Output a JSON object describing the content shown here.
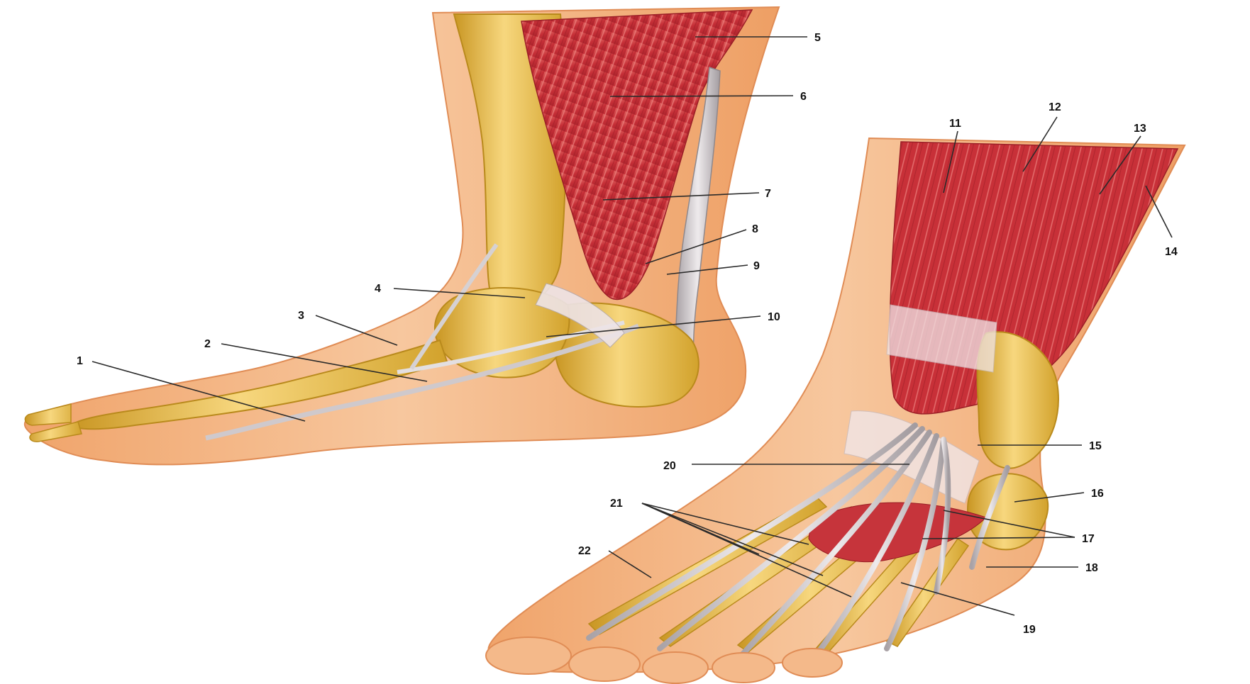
{
  "colors": {
    "skin": "#f4b98a",
    "skin_edge": "#e59a63",
    "bone": "#e9b838",
    "bone_light": "#f6d57a",
    "bone_dark": "#b98a1c",
    "muscle": "#c8343c",
    "muscle_light": "#e46b6a",
    "tendon": "#d8d4d6",
    "tendon_edge": "#9c9598",
    "retinaculum": "#efe1e4",
    "label_text": "#111111"
  },
  "labels": {
    "l1": "1",
    "l2": "2",
    "l3": "3",
    "l4": "4",
    "l5": "5",
    "l6": "6",
    "l7": "7",
    "l8": "8",
    "l9": "9",
    "l10": "10",
    "l11": "11",
    "l12": "12",
    "l13": "13",
    "l14": "14",
    "l15": "15",
    "l16": "16",
    "l17": "17",
    "l18": "18",
    "l19": "19",
    "l20": "20",
    "l21": "21",
    "l22": "22"
  }
}
